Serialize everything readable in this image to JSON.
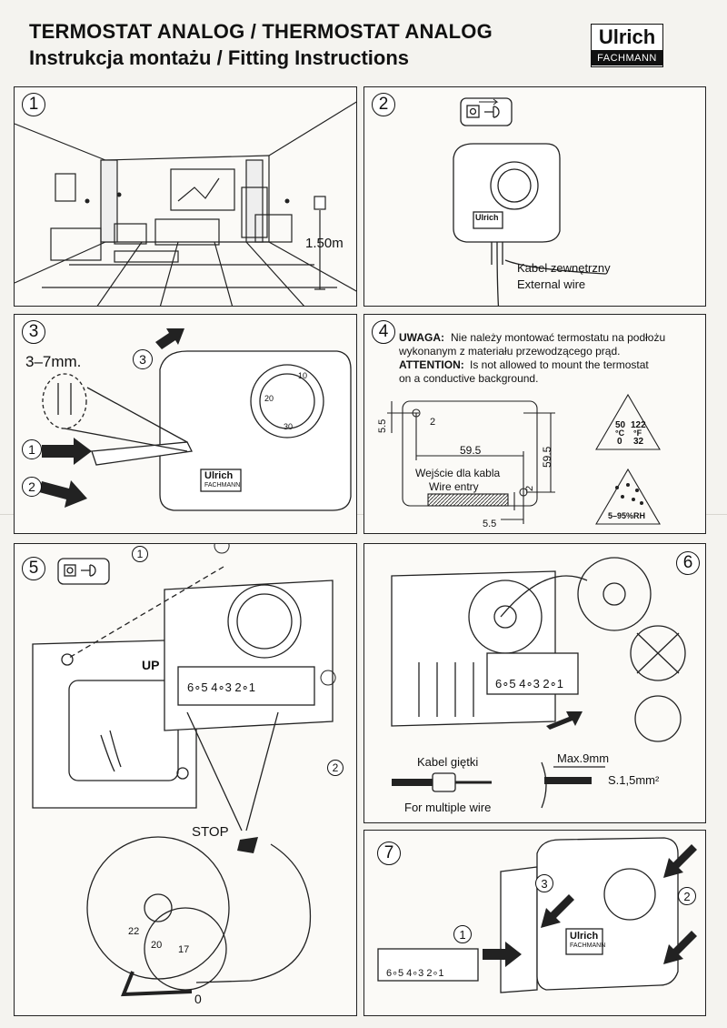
{
  "header": {
    "title_line1": "TERMOSTAT ANALOG / THERMOSTAT ANALOG",
    "title_line2": "Instrukcja montażu / Fitting Instructions",
    "logo_brand": "Ulrich",
    "logo_sub": "FACHMANN"
  },
  "step1": {
    "number": "1",
    "height_label": "1.50m"
  },
  "step2": {
    "number": "2",
    "wire_pl": "Kabel zewnętrzny",
    "wire_en": "External wire",
    "brand": "Ulrich"
  },
  "step3": {
    "number": "3",
    "strip_label": "3–7mm.",
    "arrow1": "1",
    "arrow2": "2",
    "arrow3": "3",
    "brand": "Ulrich",
    "brand_sub": "FACHMANN",
    "dial_labels": [
      "10",
      "20",
      "30"
    ]
  },
  "step4": {
    "number": "4",
    "warning_pl_label": "UWAGA:",
    "warning_pl_line1": "Nie należy montować termostatu na podłożu",
    "warning_pl_line2": "wykonanym z materiału przewodzącego prąd.",
    "warning_en_label": "ATTENTION:",
    "warning_en_line1": "Is not allowed to mount the termostat",
    "warning_en_line2": "on a conductive background.",
    "dim_5_5": "5.5",
    "dim_2": "2",
    "dim_59_5_h": "59.5",
    "dim_59_5_v": "59.5",
    "entry_pl": "Wejście dla kabla",
    "entry_en": "Wire entry",
    "dim_2b": "2",
    "dim_5_5b": "5.5",
    "temp_c_max": "50",
    "temp_c_unit": "°C",
    "temp_c_min": "0",
    "temp_f_max": "122",
    "temp_f_unit": "°F",
    "temp_f_min": "32",
    "humidity": "5–95%RH"
  },
  "step5": {
    "number": "5",
    "up_label": "UP",
    "terminals": "6∘5  4∘3  2∘1",
    "callout1": "1",
    "callout2": "2",
    "stop_label": "STOP",
    "dial_labels": [
      "22",
      "20",
      "17"
    ],
    "zero_label": "0"
  },
  "step6": {
    "number": "6",
    "terminals": "6∘5  4∘3  2∘1",
    "cable_pl": "Kabel giętki",
    "cable_en": "For multiple wire",
    "max_label": "Max.9mm",
    "section_label": "S.1,5mm²"
  },
  "step7": {
    "number": "7",
    "terminals": "6∘5  4∘3  2∘1",
    "callout1": "1",
    "callout2": "2",
    "callout3": "3",
    "brand": "Ulrich",
    "brand_sub": "FACHMANN"
  }
}
